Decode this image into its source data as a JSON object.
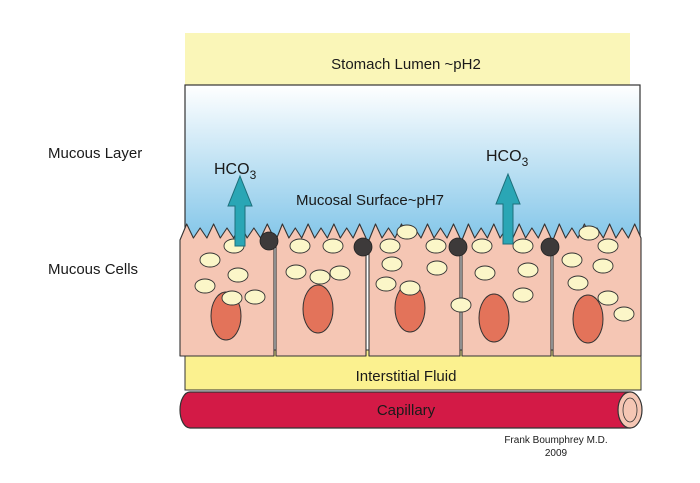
{
  "regions": {
    "lumen": "Stomach Lumen ~pH2",
    "surface": "Mucosal Surface~pH7",
    "interstitial": "Interstitial Fluid",
    "capillary": "Capillary"
  },
  "side_labels": {
    "mucous_layer": "Mucous Layer",
    "mucous_cells": "Mucous Cells"
  },
  "bicarbonate": {
    "base": "HCO",
    "subscript": "3"
  },
  "credit": {
    "author": "Frank Boumphrey M.D.",
    "year": "2009"
  },
  "colors": {
    "lumen": "#faf6b8",
    "mucus_top": "#ffffff",
    "mucus_bottom": "#7fc4e8",
    "cell": "#f5c6b4",
    "nucleus": "#e3735a",
    "granule": "#fbf6c8",
    "junction": "#3d3a3a",
    "interstitial": "#fbf18f",
    "capillary": "#d31a46",
    "arrow": "#2aa6b5"
  }
}
